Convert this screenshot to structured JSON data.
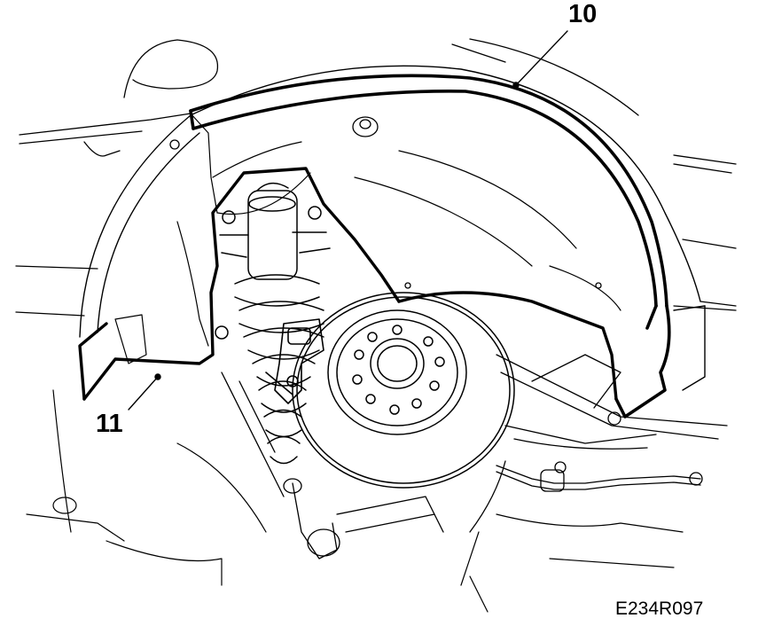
{
  "callouts": {
    "part_10": "10",
    "part_11": "11"
  },
  "figure_code": "E234R097",
  "colors": {
    "ink": "#000000",
    "paper": "#ffffff"
  }
}
